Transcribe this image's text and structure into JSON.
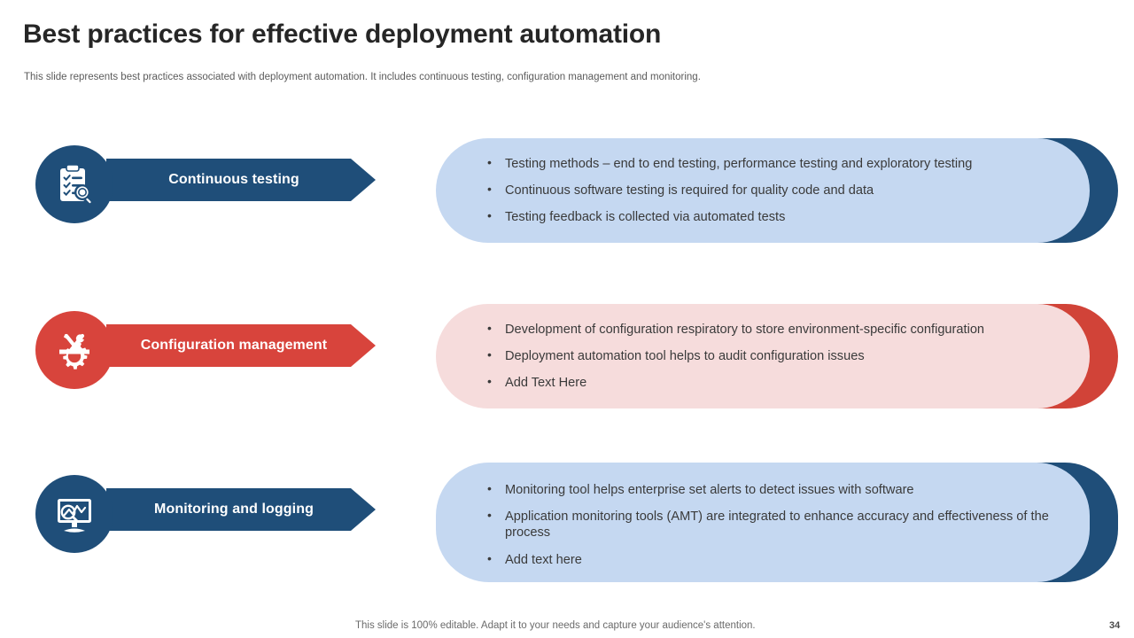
{
  "header": {
    "title": "Best practices for effective deployment automation",
    "subtitle": "This slide represents best practices associated with deployment automation. It includes continuous testing, configuration management and monitoring."
  },
  "colors": {
    "navy": "#1F4E79",
    "red": "#D8443C",
    "panel_blue": "#C5D8F1",
    "panel_pink": "#F6DCDC",
    "text_dark": "#3A3A3A",
    "title": "#262626"
  },
  "rows": [
    {
      "label": "Continuous testing",
      "icon": "clipboard-checklist-magnifier-icon",
      "theme": "navy",
      "bullets": [
        "Testing methods – end to end testing, performance testing and exploratory  testing",
        "Continuous  software testing is required for quality  code and data",
        "Testing feedback is collected via automated tests"
      ]
    },
    {
      "label": "Configuration management",
      "icon": "gear-wrench-screwdriver-icon",
      "theme": "red",
      "bullets": [
        "Development of configuration  respiratory to store environment-specific  configuration",
        "Deployment automation tool helps to audit configuration issues",
        "Add Text Here"
      ]
    },
    {
      "label": "Monitoring and logging",
      "icon": "monitor-chart-magnifier-icon",
      "theme": "navy",
      "bullets": [
        "Monitoring tool helps enterprise set alerts to detect issues with software",
        "Application monitoring tools (AMT) are integrated to enhance accuracy  and effectiveness of the process",
        "Add text here"
      ]
    }
  ],
  "footer": {
    "note": "This slide is 100% editable. Adapt it to your needs and capture your audience's attention.",
    "page_number": "34"
  }
}
